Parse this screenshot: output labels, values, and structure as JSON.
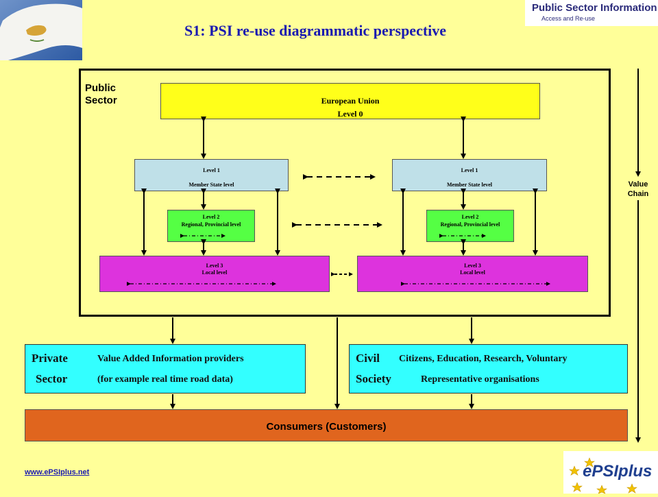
{
  "title": "S1: PSI re-use diagrammatic perspective",
  "public_sector_label": "Public Sector",
  "eu": {
    "line1": "European Union",
    "line2": "Level 0"
  },
  "level1": {
    "line1": "Level 1",
    "line2": "Member State level"
  },
  "level2": {
    "line1": "Level 2",
    "line2": "Regional, Provincial  level"
  },
  "level3": {
    "line1": "Level 3",
    "line2": "Local  level"
  },
  "private": {
    "label_line1": "Private",
    "label_line2": "Sector",
    "desc_line1": "Value Added Information providers",
    "desc_line2": "(for example real time road data)"
  },
  "civil": {
    "label_line1": "Civil",
    "label_line2": "Society",
    "desc_line1": "Citizens, Education, Research, Voluntary",
    "desc_line2": "Representative organisations"
  },
  "consumers": "Consumers (Customers)",
  "value_chain": "Value Chain",
  "website": "www.ePSIplus.net",
  "logos": {
    "psi_line1": "Public Sector Information",
    "psi_line2": "Access and Re-use",
    "epsiplus": "ePSIplus"
  },
  "colors": {
    "background": "#ffff99",
    "title": "#1a1ab0",
    "eu_box": "#ffff1a",
    "level1_box": "#bfe0e8",
    "level2_box": "#55ff44",
    "level3_box": "#dd33dd",
    "sector_box": "#33ffff",
    "consumers_box": "#e0651e"
  }
}
